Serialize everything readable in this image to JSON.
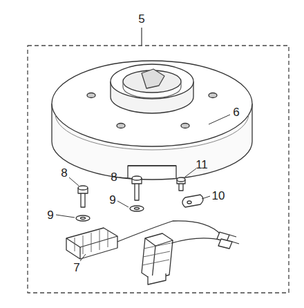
{
  "diagram": {
    "labels": [
      "5",
      "6",
      "8",
      "8",
      "11",
      "9",
      "9",
      "10",
      "7"
    ]
  }
}
